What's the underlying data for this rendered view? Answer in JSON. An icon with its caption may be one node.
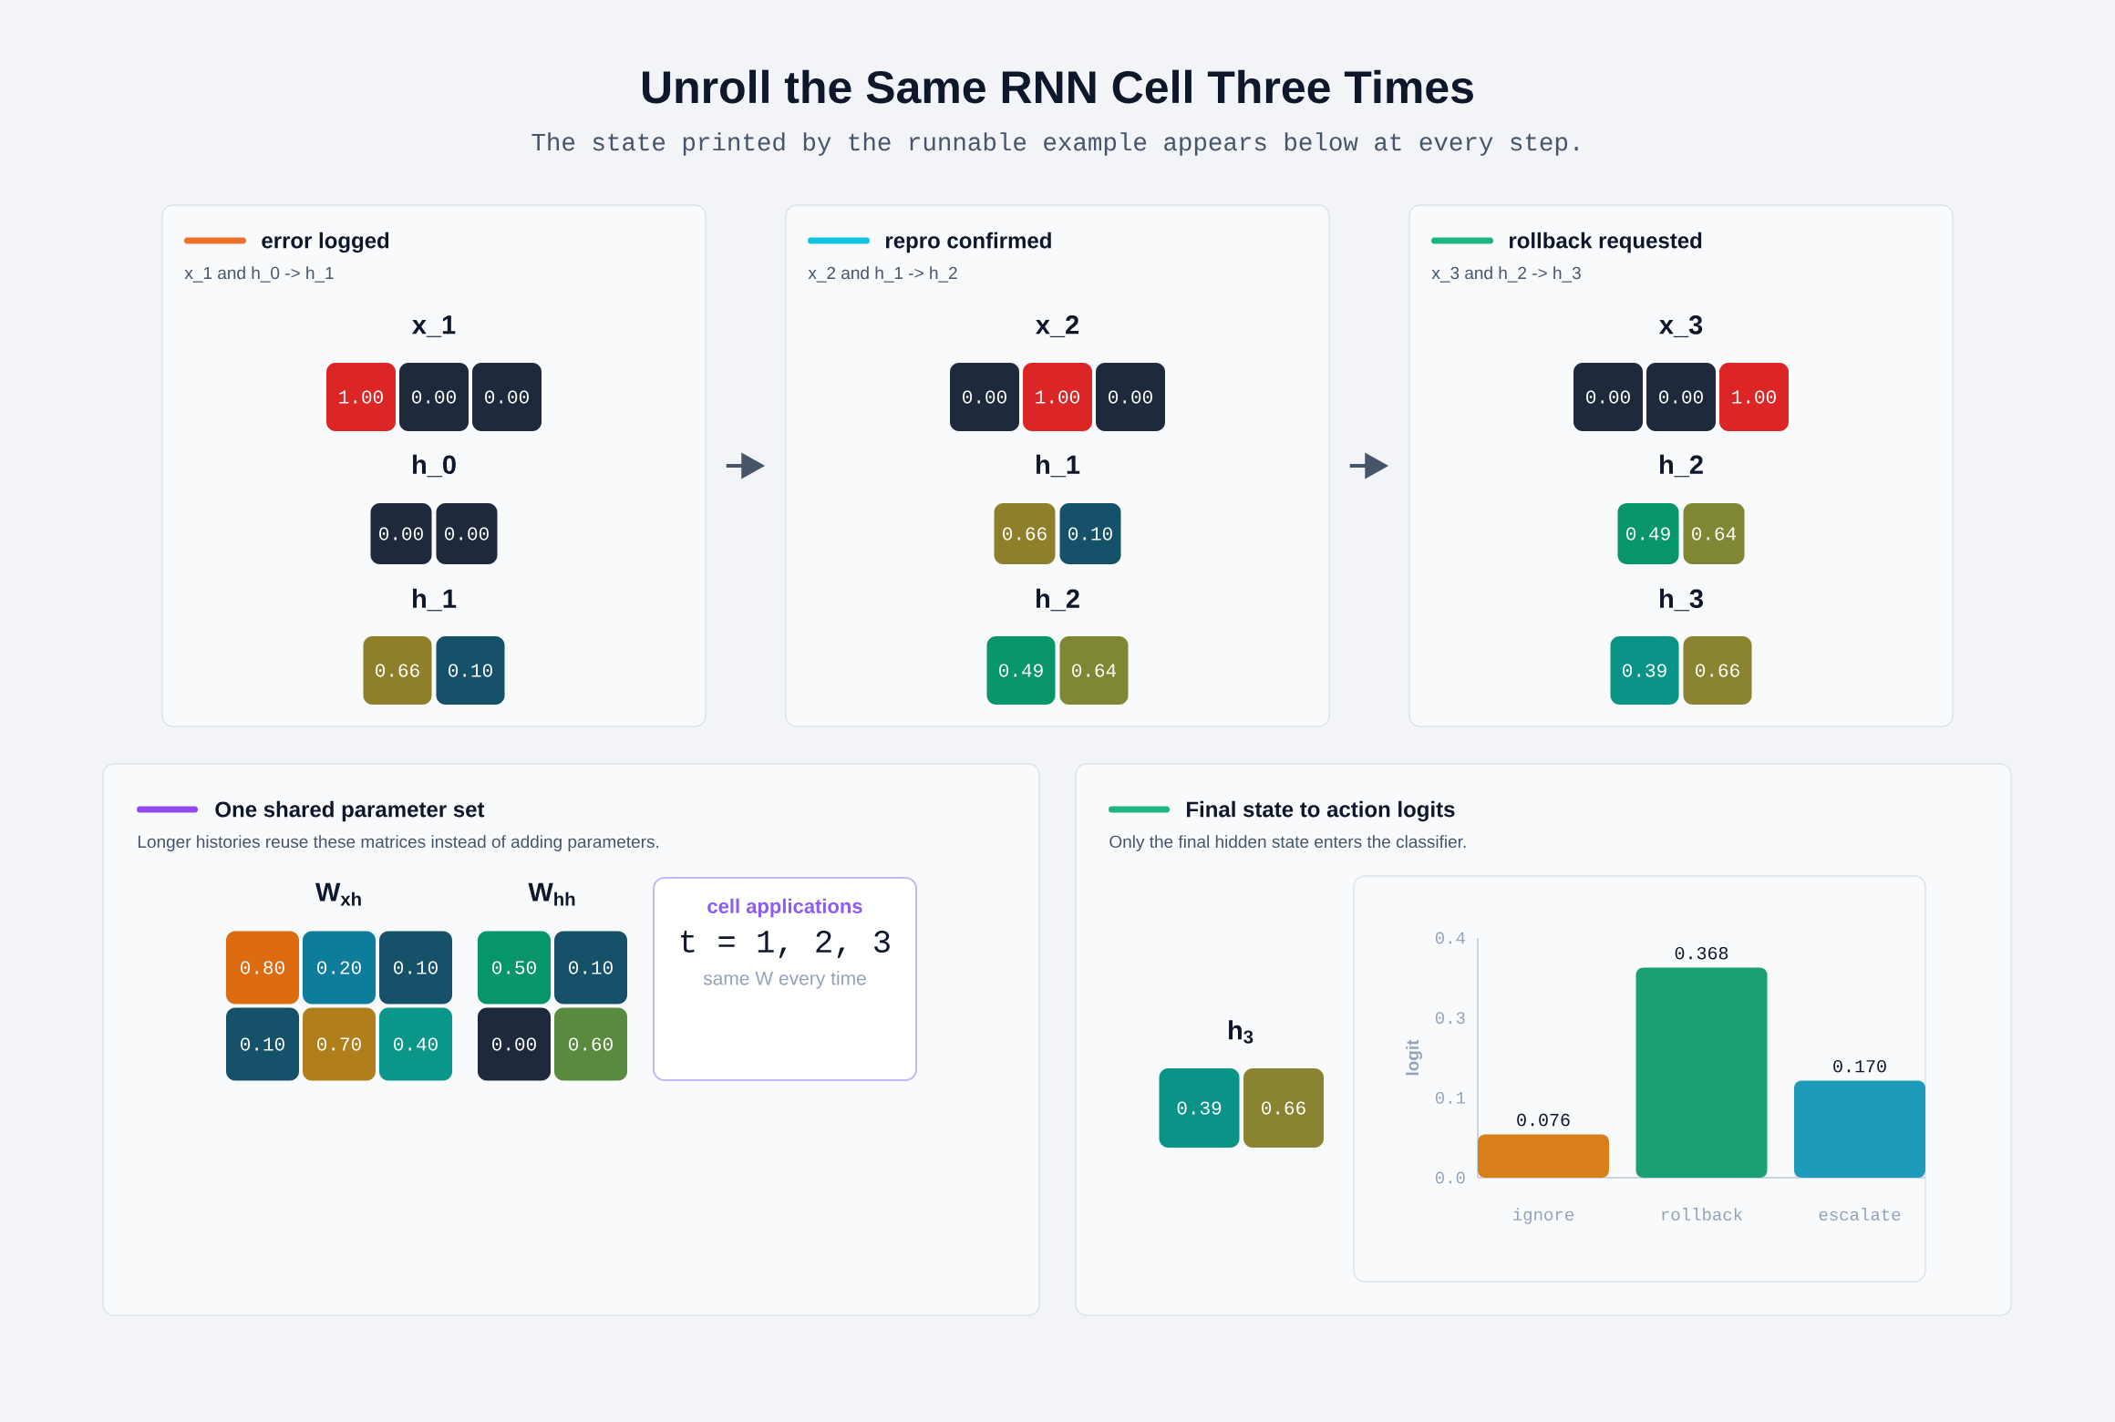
{
  "diagram": {
    "title": "Unroll the Same RNN Cell Three Times",
    "nodes": [
      {
        "text": [
          "error logged",
          "x_1 and h_0 -> h_1",
          "x_1",
          "h_0",
          "h_1"
        ]
      },
      {
        "text": [
          "1.00"
        ],
        "in": 0
      },
      {
        "text": [
          "0.00"
        ],
        "in": 0
      },
      {
        "text": [
          "0.00"
        ],
        "in": 0
      },
      {
        "text": [
          "0.00"
        ],
        "in": 0
      },
      {
        "text": [
          "0.00"
        ],
        "in": 0
      },
      {
        "text": [
          "0.66"
        ],
        "in": 0
      },
      {
        "text": [
          "0.10"
        ],
        "in": 0
      },
      {
        "text": [
          "repro confirmed",
          "x_2 and h_1 -> h_2",
          "x_2",
          "h_1",
          "h_2"
        ]
      },
      {
        "text": [
          "0.00"
        ],
        "in": 8
      },
      {
        "text": [
          "1.00"
        ],
        "in": 8
      },
      {
        "text": [
          "0.00"
        ],
        "in": 8
      },
      {
        "text": [
          "0.66"
        ],
        "in": 8
      },
      {
        "text": [
          "0.10"
        ],
        "in": 8
      },
      {
        "text": [
          "0.49"
        ],
        "in": 8
      },
      {
        "text": [
          "0.64"
        ],
        "in": 8
      },
      {
        "text": [
          "rollback requested",
          "x_3 and h_2 -> h_3",
          "x_3",
          "h_2",
          "h_3"
        ]
      },
      {
        "text": [
          "0.00"
        ],
        "in": 16
      },
      {
        "text": [
          "0.00"
        ],
        "in": 16
      },
      {
        "text": [
          "1.00"
        ],
        "in": 16
      },
      {
        "text": [
          "0.49"
        ],
        "in": 16
      },
      {
        "text": [
          "0.64"
        ],
        "in": 16
      },
      {
        "text": [
          "0.39"
        ],
        "in": 16
      },
      {
        "text": [
          "0.66"
        ],
        "in": 16
      },
      {
        "text": [
          "One shared parameter set",
          "Longer histories reuse these matrices instead of adding parameters.",
          "W$_{xh}$",
          "W$_{hh}$"
        ]
      },
      {
        "text": [
          "0.80"
        ],
        "in": 24
      },
      {
        "text": [
          "0.20"
        ],
        "in": 24
      },
      {
        "text": [
          "0.10"
        ],
        "in": 24
      },
      {
        "text": [
          "0.10"
        ],
        "in": 24
      },
      {
        "text": [
          "0.70"
        ],
        "in": 24
      },
      {
        "text": [
          "0.40"
        ],
        "in": 24
      },
      {
        "text": [
          "0.50"
        ],
        "in": 24
      },
      {
        "text": [
          "0.10"
        ],
        "in": 24
      },
      {
        "text": [
          "0.00"
        ],
        "in": 24
      },
      {
        "text": [
          "0.60"
        ],
        "in": 24
      },
      {
        "text": [
          "cell applications",
          "t = 1, 2, 3",
          "same W every time"
        ],
        "in": 24
      },
      {
        "text": [
          "Final state to action logits",
          "Only the final hidden state enters the classifier.",
          "h$_{3}$"
        ]
      },
      {
        "text": [
          "0.39"
        ],
        "in": 36
      },
      {
        "text": [
          "0.66"
        ],
        "in": 36
      }
    ],
    "edges": [
      {
        "from": 0,
        "to": 8,
        "arrow": "to"
      },
      {
        "from": 8,
        "to": 16,
        "arrow": "to"
      }
    ],
    "labels": [
      "The state printed by the runnable example appears below at every step."
    ],
    "chart_data": {
      "type": "bar",
      "ylabel": "logit",
      "categories": [
        "ignore",
        "rollback",
        "escalate"
      ],
      "values": [
        0.076,
        0.368,
        0.17
      ],
      "ylim": [
        0,
        0.42
      ],
      "yticks": [
        {
          "value": 0,
          "label": "0.0"
        },
        {
          "value": 0.14,
          "label": "0.1"
        },
        {
          "value": 0.28,
          "label": "0.3"
        },
        {
          "value": 0.42,
          "label": "0.4"
        }
      ],
      "value_labels": [
        "0.076",
        "0.368",
        "0.170"
      ]
    }
  }
}
